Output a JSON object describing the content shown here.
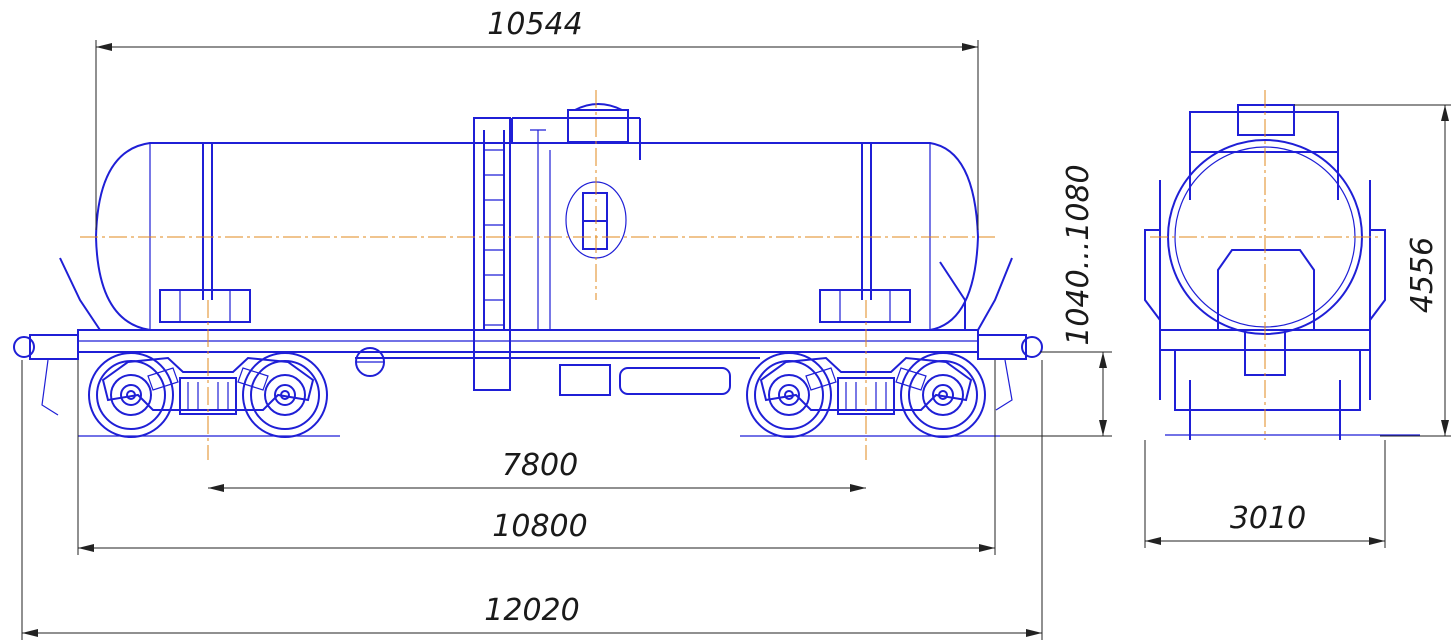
{
  "dimensions": {
    "tank_length": "10544",
    "bogie_base": "7800",
    "frame_length": "10800",
    "overall_length": "12020",
    "coupler_height": "1040...1080",
    "height": "4556",
    "width": "3010"
  },
  "colors": {
    "outline": "#1f1fd6",
    "centerline": "#e08a1e",
    "dimension": "#222222"
  }
}
